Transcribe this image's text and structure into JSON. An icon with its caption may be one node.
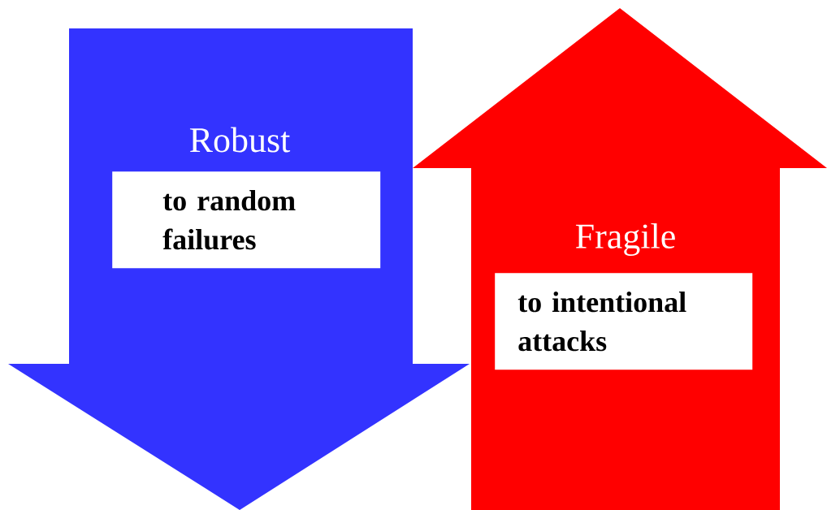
{
  "diagram": {
    "nodes": [
      {
        "text": [
          "Robust"
        ]
      },
      {
        "text": [
          "to random failures"
        ],
        "in": 0
      },
      {
        "text": [
          "Fragile"
        ]
      },
      {
        "text": [
          "to intentional attacks"
        ],
        "in": 2
      }
    ]
  }
}
